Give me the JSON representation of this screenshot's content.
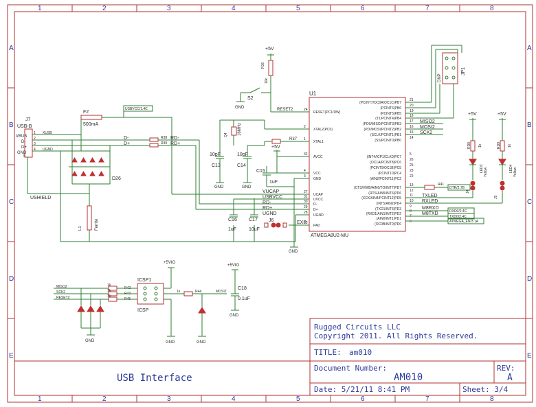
{
  "frame": {
    "columns": [
      "1",
      "2",
      "3",
      "4",
      "5",
      "6",
      "7",
      "8"
    ],
    "rows": [
      "A",
      "B",
      "C",
      "D",
      "E"
    ],
    "company": "Rugged Circuits LLC",
    "copyright": "Copyright 2011. All Rights Reserved.",
    "title_label": "TITLE:",
    "title_value": "am010",
    "docnum_label": "Document Number:",
    "docnum_value": "AM010",
    "rev_label": "REV:",
    "rev_value": "A",
    "date_text": "Date: 5/21/11 8:41 PM",
    "sheet_text": "Sheet: 3/4",
    "sheet_title": "USB Interface"
  },
  "labels": {
    "j7": "J7",
    "usb_b": "USB-B",
    "vbus": "VBUS",
    "dminus": "D-",
    "dplus": "D+",
    "gnd": "GND",
    "pin5": "5",
    "xusb": "XUSB",
    "ugnd": "UGND",
    "f2": "F2",
    "f2val": "500mA",
    "usbvcc_tag": "USBVCC/1.4C",
    "d_minus_net": "D-",
    "d_plus_net": "D+",
    "r38": "R38",
    "r39": "R39",
    "rdm": "RD-",
    "rdp": "RD+",
    "d26": "D26",
    "ushield": "USHIELD",
    "l1": "L1",
    "ferrite": "Ferrite",
    "plus5v_top": "+5V",
    "r36": "R36",
    "r36v": "10k",
    "s2": "S2",
    "gnd_s2": "GND",
    "reset2": "RESET2",
    "c13": "C13",
    "c13v": "10pF",
    "c14": "C14",
    "c14v": "10pF",
    "q4": "Q4",
    "q4v": "16MHz",
    "r37": "R37",
    "plus5v_mid": "+5V",
    "c15": "C15",
    "c15v": "1uF",
    "gnd1": "GND",
    "gnd2": "GND",
    "gnd3": "GND",
    "u1": "U1",
    "u1name": "ATMEGA8U2-MU",
    "vucap": "VUCAP",
    "usbvcc": "USBVCC",
    "rdm2": "RD-",
    "rdp2": "RD+",
    "ugnd2": "UGND",
    "c16": "C16",
    "c16v": "1uF",
    "c17": "C17",
    "c17v": "10uF",
    "j6": "J6",
    "exp": "EXP",
    "jp1": "JP1",
    "dnp": "DNP",
    "misoz": "MISO2",
    "mosiz": "MOSI2",
    "sckz": "SCK2",
    "rd8": "RD8",
    "rd9": "RD9",
    "r1k": "1k",
    "r1k2": "1k",
    "led3": "LED3",
    "led4": "LED4",
    "yellow1": "Yellow",
    "yellow2": "Yellow",
    "plus5v_r1": "+5V",
    "plus5v_r2": "+5V",
    "j4": "J4",
    "j5": "J5",
    "txled": "TXLED",
    "rxled": "RXLED",
    "m8rxd": "M8RXD",
    "m8txd": "M8TXD",
    "r41": "R41",
    "dtr_tag": "DTR/2.7B",
    "rxd_tag": "RXD0/2.4C",
    "txd_tag": "TXD0/2.4C",
    "atmega_tag": "ATMEGA_EN/3.1A",
    "icsp1": "ICSP1",
    "icsp": "ICSP",
    "plus5vio1": "+5VIO",
    "plus5vio2": "+5VIO",
    "miso": "MISO2",
    "sck": "SCK2",
    "reset": "RESET2",
    "r42": "R42",
    "r43": "R43",
    "r45": "R45",
    "r1k3": "1k",
    "r1k4": "1k",
    "r1k5": "1k",
    "r44": "R44",
    "r44v": "1k",
    "mosi": "MOSI2",
    "c18": "C18",
    "c18v": "0.1uF",
    "gnd4": "GND",
    "gnd5": "GND",
    "gnd6": "GND",
    "gnd7": "GND"
  },
  "u1_left_pins": [
    {
      "num": "24",
      "name": "RESET(PC1/DW)"
    },
    {
      "num": "2",
      "name": "XTAL2(PC0)"
    },
    {
      "num": "1",
      "name": "XTAL1"
    },
    {
      "num": "32",
      "name": "AVCC"
    },
    {
      "num": "4",
      "name": "VCC"
    },
    {
      "num": "3",
      "name": "GND"
    },
    {
      "num": "27",
      "name": "UCAP"
    },
    {
      "num": "31",
      "name": "UVCC"
    },
    {
      "num": "30",
      "name": "D-"
    },
    {
      "num": "29",
      "name": "D+"
    },
    {
      "num": "28",
      "name": "UGND"
    },
    {
      "num": "33",
      "name": "PAD"
    }
  ],
  "u1_right_pins": [
    {
      "num": "21",
      "name": "(PCINT7/OC0A/OC1C)PB7"
    },
    {
      "num": "20",
      "name": "(PCINT6)PB6"
    },
    {
      "num": "19",
      "name": "(PCINT5)PB5"
    },
    {
      "num": "18",
      "name": "(T1/PCINT4)PB4"
    },
    {
      "num": "17",
      "name": "(PD0/MISO/PCINT3)PB3"
    },
    {
      "num": "16",
      "name": "(PDI/MOSI/PCINT2)PB2"
    },
    {
      "num": "15",
      "name": "(SCLK/PCINT1)PB1"
    },
    {
      "num": "14",
      "name": "(SS/PCINT0)PB0"
    },
    {
      "num": "5",
      "name": "(INT4/ICP1/CLK0)PC7"
    },
    {
      "num": "26",
      "name": "(OC1A/PCINT8)PC6"
    },
    {
      "num": "25",
      "name": "(PCINT9/OC1B)PC5"
    },
    {
      "num": "23",
      "name": "(PCINT10)PC4"
    },
    {
      "num": "22",
      "name": "(AIN2/PCINT11)PC2"
    },
    {
      "num": "13",
      "name": "(CTS/HWB/AIN6/TO/INT7)PD7"
    },
    {
      "num": "12",
      "name": "(RTS/AIN5/INT6)PD6"
    },
    {
      "num": "11",
      "name": "(XCK/AIN4/PCINT12)PD5"
    },
    {
      "num": "10",
      "name": "(INT5/AIN2)PD4"
    },
    {
      "num": "9",
      "name": "(TXD1/INT3)PD3"
    },
    {
      "num": "8",
      "name": "(RXD1/AIN1/INT2)PD2"
    },
    {
      "num": "7",
      "name": "(AIN0/INT1)PD1"
    },
    {
      "num": "6",
      "name": "(OC0B/INT0)PD0"
    }
  ],
  "j7_pins": [
    "1",
    "2",
    "3",
    "4"
  ],
  "colors": {
    "wire": "#2e7d32",
    "frame": "#b03030",
    "text": "#2a2a2a",
    "title_text": "#2a3a9a"
  }
}
